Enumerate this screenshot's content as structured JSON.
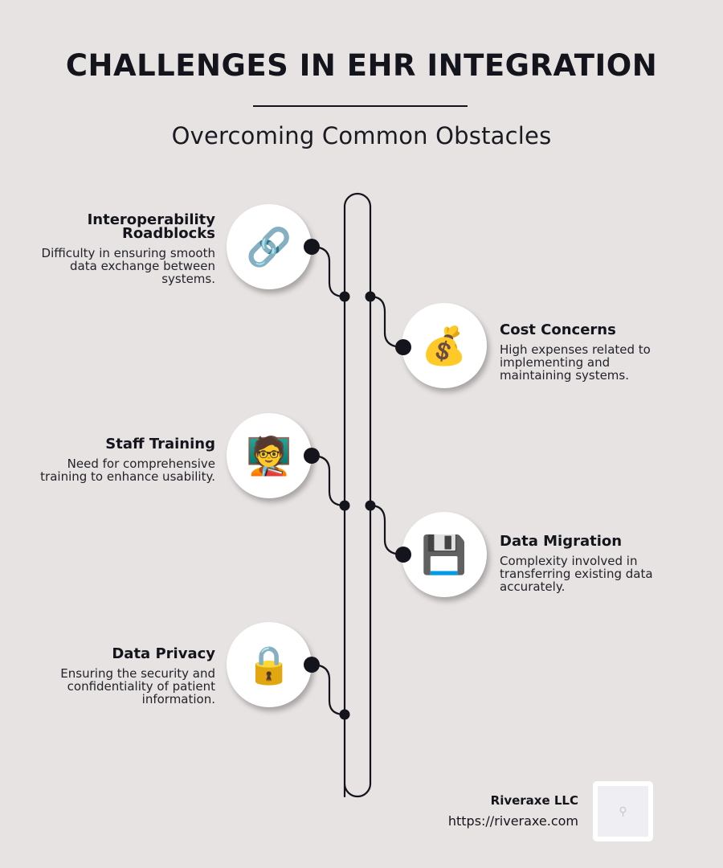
{
  "header": {
    "title": "CHALLENGES IN EHR INTEGRATION",
    "subtitle": "Overcoming Common Obstacles"
  },
  "colors": {
    "background": "#e7e3e2",
    "ink": "#14151c",
    "circle": "#ffffff"
  },
  "items": [
    {
      "side": "left",
      "title_line1": "Interoperability",
      "title_line2": "Roadblocks",
      "desc": "Difficulty in ensuring smooth data exchange between systems.",
      "icon": "link-icon",
      "emoji": "🔗"
    },
    {
      "side": "right",
      "title": "Cost Concerns",
      "desc": "High expenses related to implementing and maintaining systems.",
      "icon": "money-bag-icon",
      "emoji": "💰"
    },
    {
      "side": "left",
      "title": "Staff Training",
      "desc": "Need for comprehensive training to enhance usability.",
      "icon": "teacher-icon",
      "emoji": "🧑‍🏫"
    },
    {
      "side": "right",
      "title": "Data Migration",
      "desc": "Complexity involved in transferring existing data accurately.",
      "icon": "floppy-disk-icon",
      "emoji": "💾"
    },
    {
      "side": "left",
      "title": "Data Privacy",
      "desc": "Ensuring the security and confidentiality of patient information.",
      "icon": "padlock-icon",
      "emoji": "🔒"
    }
  ],
  "footer": {
    "company": "Riveraxe LLC",
    "url": "https://riveraxe.com",
    "logo_glyph": "⚲"
  }
}
